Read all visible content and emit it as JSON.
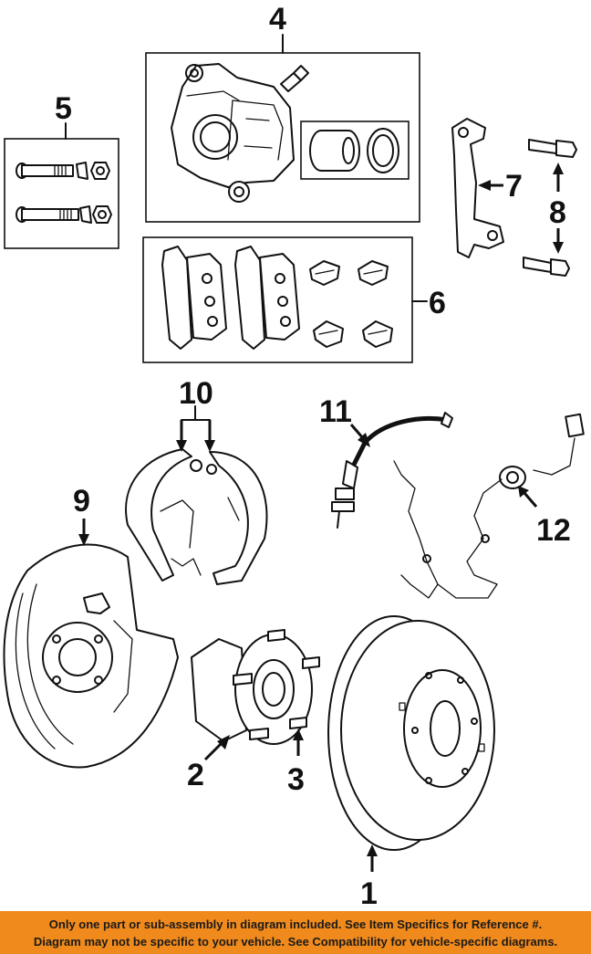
{
  "callouts": {
    "c1": "1",
    "c2": "2",
    "c3": "3",
    "c4": "4",
    "c5": "5",
    "c6": "6",
    "c7": "7",
    "c8": "8",
    "c9": "9",
    "c10": "10",
    "c11": "11",
    "c12": "12"
  },
  "footer": {
    "line1": "Only one part or sub-assembly in diagram included. See Item Specifics for Reference #.",
    "line2": "Diagram may not be specific to your vehicle. See Compatibility for vehicle-specific diagrams."
  },
  "colors": {
    "banner": "#f08a1c",
    "ink": "#111111"
  }
}
